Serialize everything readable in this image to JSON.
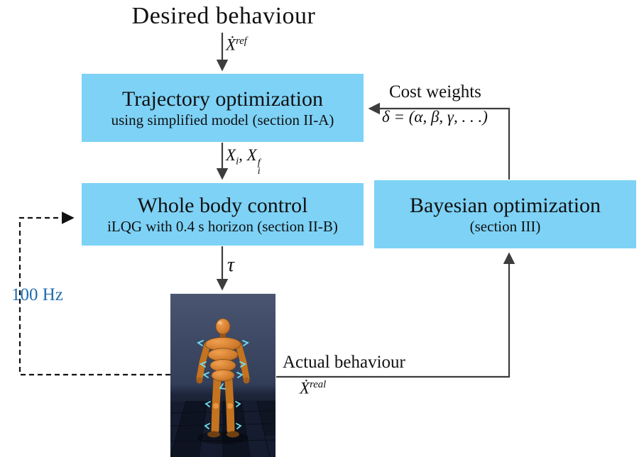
{
  "title": "Desired behaviour",
  "boxes": {
    "trajectory": {
      "title": "Trajectory optimization",
      "subtitle": "using simplified model (section II-A)"
    },
    "whole_body": {
      "title": "Whole body control",
      "subtitle": "iLQG with 0.4 s horizon (section II-B)"
    },
    "bayesian": {
      "title": "Bayesian optimization",
      "subtitle": "(section III)"
    }
  },
  "labels": {
    "xref": {
      "base": "Ẋ",
      "sup": "ref"
    },
    "xi": {
      "x1": "X",
      "sub1": "i",
      "sep": ", ",
      "x2": "X",
      "sup2": "f",
      "sub2": "i"
    },
    "tau": "τ",
    "cost_weights": "Cost weights",
    "delta": "δ = (α, β, γ, . . .)",
    "actual": "Actual behaviour",
    "xreal": {
      "base": "Ẋ",
      "sup": "real"
    },
    "rate": "100 Hz"
  },
  "colors": {
    "box_fill": "#7dd2f6",
    "rate_text": "#1f6cb0",
    "arrow": "#3d3d3d",
    "dashed_arrow": "#111111"
  }
}
